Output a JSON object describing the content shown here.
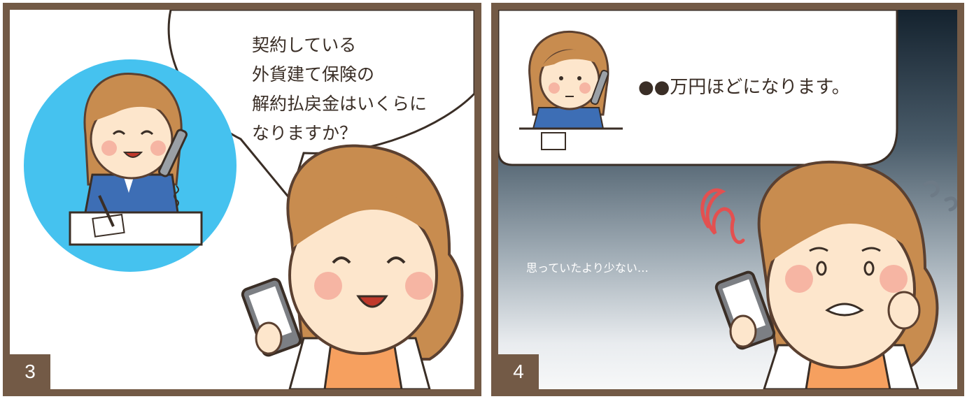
{
  "panel3": {
    "number": "3",
    "speech_lines": [
      "契約している",
      "外貨建て保険の",
      "解約払戻金はいくらに",
      "なりますか？"
    ]
  },
  "panel4": {
    "number": "4",
    "speech": "●●万円ほどになります。",
    "thought": "思っていたより少ない…"
  },
  "colors": {
    "frame": "#735a46",
    "circle_bg": "#45c2ef",
    "hair": "#c88c4f",
    "skin": "#fde6cc",
    "apron": "#f6a05f",
    "vest": "#3d6eb5"
  }
}
